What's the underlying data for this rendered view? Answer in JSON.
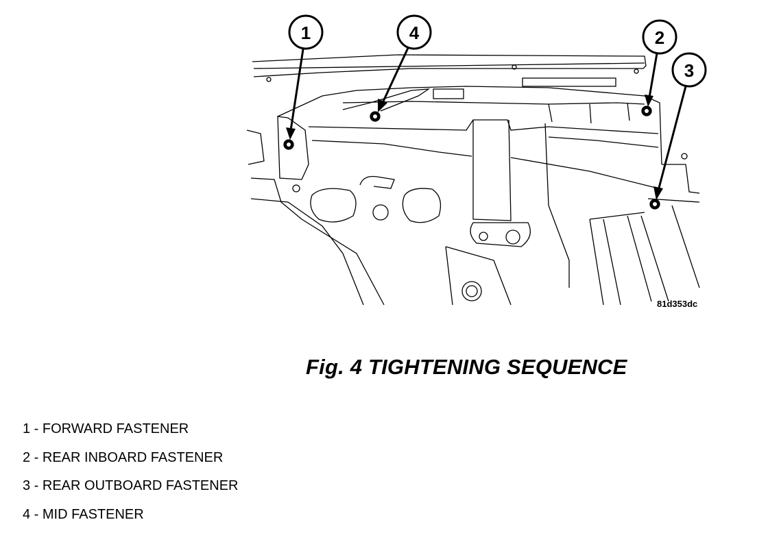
{
  "figure": {
    "id_label": "81d353dc",
    "caption": "Fig. 4 TIGHTENING SEQUENCE"
  },
  "callouts": [
    {
      "number": "1"
    },
    {
      "number": "4"
    },
    {
      "number": "2"
    },
    {
      "number": "3"
    }
  ],
  "legend": [
    {
      "text": "1 - FORWARD FASTENER"
    },
    {
      "text": "2 - REAR INBOARD FASTENER"
    },
    {
      "text": "3 - REAR OUTBOARD FASTENER"
    },
    {
      "text": "4 - MID FASTENER"
    }
  ],
  "colors": {
    "line": "#000000",
    "background": "#ffffff"
  }
}
